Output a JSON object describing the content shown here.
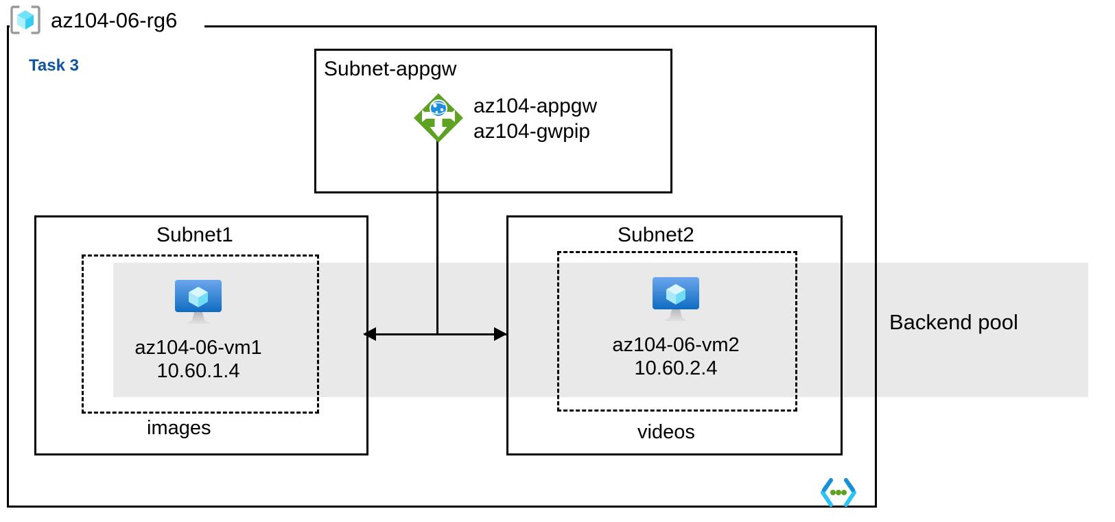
{
  "diagram": {
    "title": "az104-06-rg6",
    "resource_group_icon": "resource-group-cube-icon",
    "task_label": "Task 3",
    "backend_pool_label": "Backend pool",
    "code_badge_icon": "code-brackets-icon"
  },
  "colors": {
    "task_label": "#10539f",
    "backend_band": "#e9e9e9",
    "appgw_green": "#5fa122",
    "appgw_globe_blue": "#1f8ee0",
    "vm_blue_top": "#5b9bea",
    "vm_blue_bottom": "#0f6cc2",
    "vm_cube_cyan": "#c8f1fb",
    "rg_cube_cyan": "#52d6f5",
    "bracket_gray": "#9a9a9a",
    "code_cyan": "#2bc4f3",
    "code_blue": "#1b8fd6",
    "code_green": "#5fa122",
    "stroke": "#000000"
  },
  "subnets": [
    {
      "name": "Subnet-appgw",
      "resources": [
        "az104-appgw",
        "az104-gwpip"
      ],
      "resource_icon": "application-gateway-icon"
    },
    {
      "name": "Subnet1",
      "footer": "images",
      "vm": {
        "name": "az104-06-vm1",
        "ip": "10.60.1.4",
        "icon": "virtual-machine-icon"
      }
    },
    {
      "name": "Subnet2",
      "footer": "videos",
      "vm": {
        "name": "az104-06-vm2",
        "ip": "10.60.2.4",
        "icon": "virtual-machine-icon"
      }
    }
  ]
}
